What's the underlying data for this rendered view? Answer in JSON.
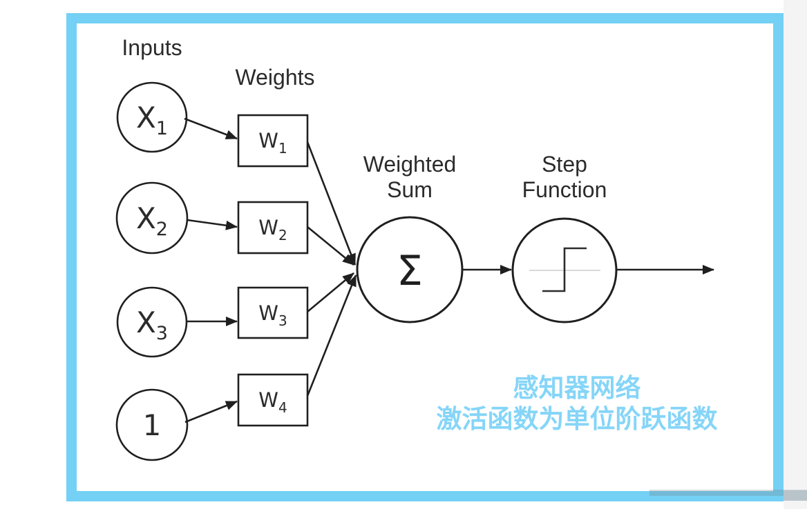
{
  "diagram": {
    "title_labels": {
      "inputs": "Inputs",
      "weights": "Weights",
      "weighted_sum": {
        "line1": "Weighted",
        "line2": "Sum"
      },
      "step_function": {
        "line1": "Step",
        "line2": "Function"
      }
    },
    "input_nodes": [
      {
        "main": "X",
        "sub": "1"
      },
      {
        "main": "X",
        "sub": "2"
      },
      {
        "main": "X",
        "sub": "3"
      },
      {
        "main": "1",
        "sub": ""
      }
    ],
    "weight_nodes": [
      {
        "main": "W",
        "sub": "1"
      },
      {
        "main": "W",
        "sub": "2"
      },
      {
        "main": "W",
        "sub": "3"
      },
      {
        "main": "W",
        "sub": "4"
      }
    ],
    "sum_symbol": "Σ"
  },
  "caption": {
    "line1": "感知器网络",
    "line2": "激活函数为单位阶跃函数",
    "color": "#85d5f8"
  },
  "colors": {
    "frame_border": "#74d0f4",
    "diagram_line": "#1f1f1f",
    "step_axis": "#d8d8d8",
    "outside_right_background": "#f4f4f5"
  }
}
